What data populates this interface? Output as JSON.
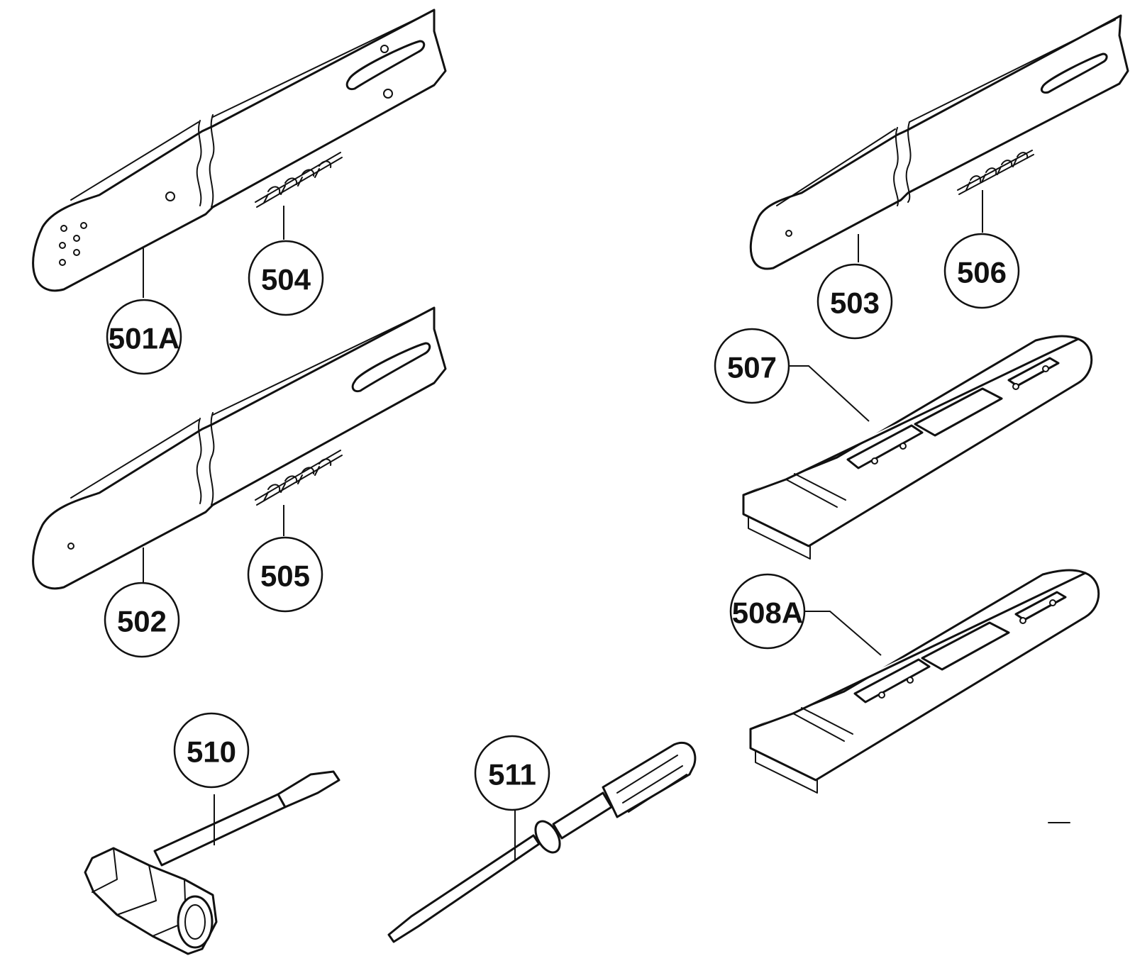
{
  "callouts": {
    "c501a": "501A",
    "c502": "502",
    "c503": "503",
    "c504": "504",
    "c505": "505",
    "c506": "506",
    "c507": "507",
    "c508a": "508A",
    "c510": "510",
    "c511": "511"
  },
  "parts": {
    "guide_bar_long": "guide-bar",
    "guide_bar_short": "guide-bar",
    "saw_chain": "saw-chain",
    "bar_cover": "bar-cover",
    "spark_plug_wrench": "spark-plug-wrench",
    "screwdriver": "screwdriver"
  }
}
